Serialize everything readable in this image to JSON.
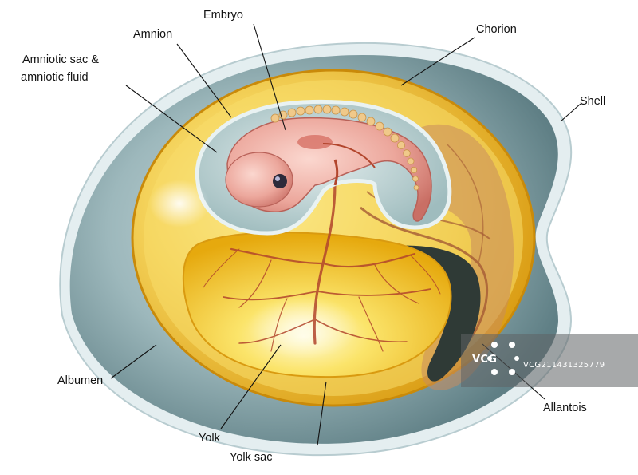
{
  "labels": {
    "embryo": "Embryo",
    "amnion": "Amnion",
    "amniotic_line1": "Amniotic sac &",
    "amniotic_line2": "amniotic fluid",
    "chorion": "Chorion",
    "shell": "Shell",
    "albumen": "Albumen",
    "yolk": "Yolk",
    "yolk_sac": "Yolk sac",
    "allantois": "Allantois"
  },
  "watermark": {
    "logo": "VCG",
    "code": "VCG211431325779"
  },
  "colors": {
    "shell_rim": "#d9e6e8",
    "albumen": "#7f9ea3",
    "chorion": "#d79a12",
    "yolk": "#f3c71a",
    "amniotic_fluid": "#a9c4c6",
    "embryo": "#e8a49a",
    "vessels": "#b2452c",
    "allantois": "#c27a55"
  }
}
